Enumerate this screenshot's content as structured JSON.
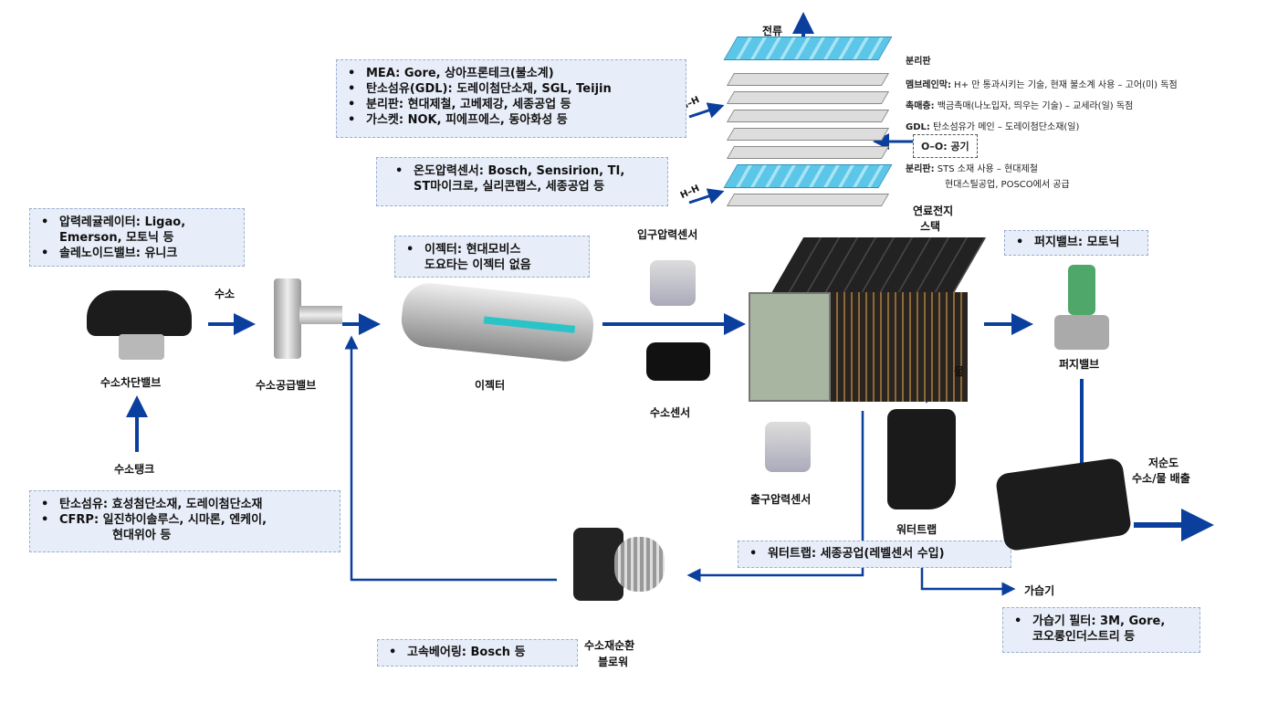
{
  "boxes": {
    "mea": [
      "MEA: Gore, 상아프론테크(불소계)",
      "탄소섬유(GDL): 도레이첨단소재, SGL, Teijin",
      "분리판: 현대제철, 고베제강, 세종공업 등",
      "가스켓: NOK, 피에프에스, 동아화성 등"
    ],
    "sensor": [
      "온도압력센서: Bosch, Sensirion, TI,",
      "ST마이크로, 실리콘랩스, 세종공업 등"
    ],
    "regulator": [
      "압력레귤레이터: Ligao,",
      "Emerson, 모토닉 등",
      "솔레노이드밸브: 유니크"
    ],
    "ejector": [
      "이젝터: 현대모비스",
      "도요타는 이젝터 없음"
    ],
    "purge": [
      "퍼지밸브: 모토닉"
    ],
    "carbon": [
      "탄소섬유: 효성첨단소재, 도레이첨단소재",
      "CFRP: 일진하이솔루스, 시마론, 엔케이,",
      "현대위아 등"
    ],
    "watertrap": [
      "워터트랩: 세종공업(레벨센서 수입)"
    ],
    "humidfilter": [
      "가습기 필터: 3M, Gore,",
      "코오롱인더스트리 등"
    ],
    "bearing": [
      "고속베어링: Bosch 등"
    ]
  },
  "stack_notes": {
    "current": "전류",
    "hh1": "H–H",
    "hh2": "H–H",
    "sep_title": "분리판",
    "membrane_k": "멤브레인막:",
    "membrane_v": " H+ 만 통과시키는 기술, 현재 불소계 사용 – 고어(미) 독점",
    "catalyst_k": "촉매층:",
    "catalyst_v": " 백금촉매(나노입자, 띄우는 기술) – 교세라(일) 독점",
    "gdl_k": "GDL:",
    "gdl_v": " 탄소섬유가 메인 – 도레이첨단소재(일)",
    "oo": "O–O: 공기",
    "sep2_k": "분리판:",
    "sep2_v": " STS 소재 사용 – 현대제철",
    "sep2_v2": "현대스틸공업, POSCO에서 공급"
  },
  "labels": {
    "stack": "연료전지",
    "stack2": "스택",
    "shutoff": "수소차단밸브",
    "hydrogen": "수소",
    "supply": "수소공급밸브",
    "ejector": "이젝터",
    "inlet": "입구압력센서",
    "h2sensor": "수소센서",
    "purge": "퍼지밸브",
    "water": "물",
    "outlet": "출구압력센서",
    "watertrap": "워터트랩",
    "tank": "수소탱크",
    "humidifier": "가습기",
    "exhaust1": "저순도",
    "exhaust2": "수소/물 배출",
    "blower1": "수소재순환",
    "blower2": "블로워"
  },
  "colors": {
    "arrow": "#0b3f9e",
    "box": "#e8eef9"
  }
}
